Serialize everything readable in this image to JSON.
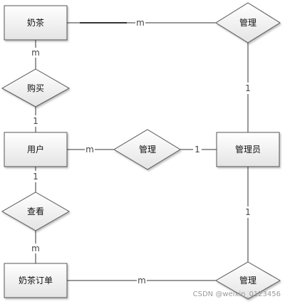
{
  "entities": {
    "milk_tea": "奶茶",
    "user": "用户",
    "admin": "管理员",
    "milk_tea_order": "奶茶订单"
  },
  "relationships": {
    "buy": "购买",
    "view": "查看",
    "manage_top": "管理",
    "manage_middle": "管理",
    "manage_bottom": "管理"
  },
  "cardinalities": {
    "milk_tea_to_manage": "m",
    "manage_top_to_admin": "1",
    "milk_tea_to_buy": "m",
    "buy_to_user": "1",
    "user_to_manage": "m",
    "manage_middle_to_admin": "1",
    "user_to_view": "1",
    "view_to_order": "m",
    "order_to_manage": "m",
    "admin_to_manage_bottom": "1"
  },
  "watermark": "CSDN @weixin_0123456",
  "colors": {
    "shape_fill_top": "#ffffff",
    "shape_fill_bottom": "#e4e4e4",
    "stroke": "#555555",
    "line": "#333333"
  }
}
